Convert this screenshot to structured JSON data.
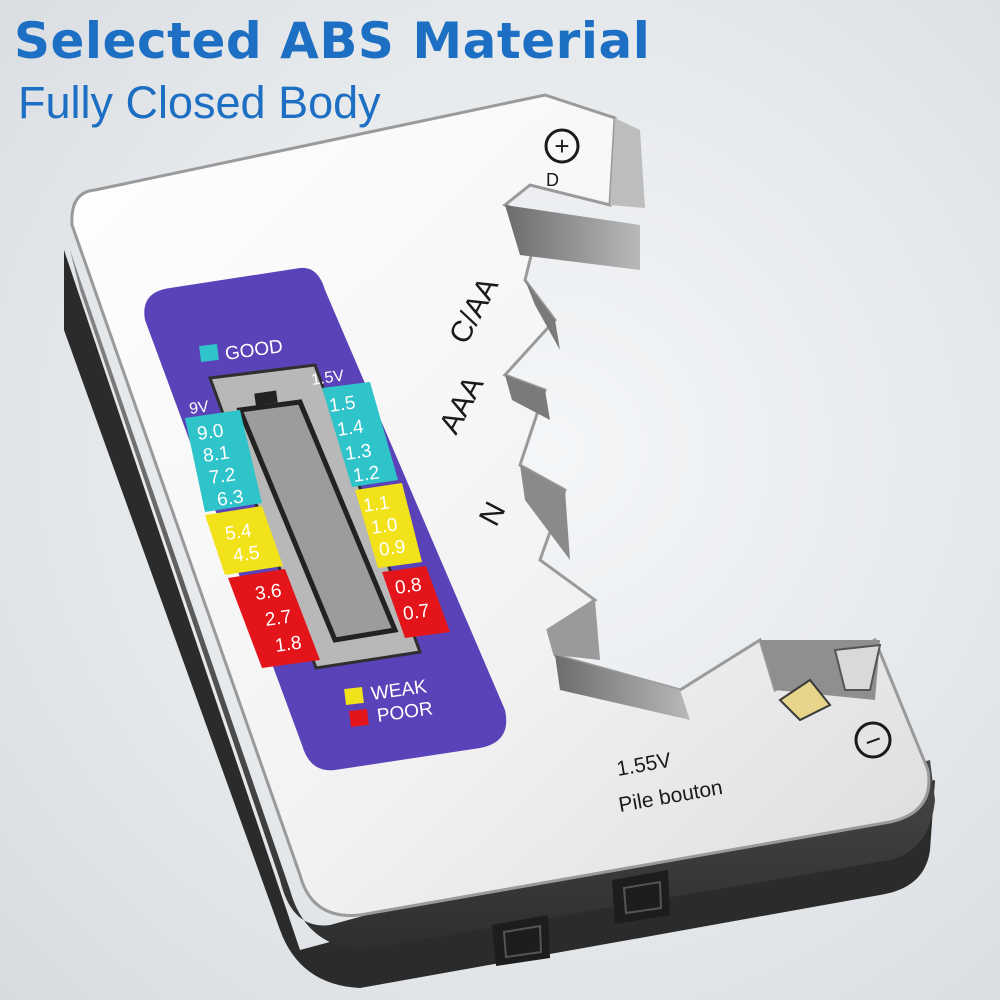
{
  "header": {
    "title": "Selected ABS Material",
    "subtitle": "Fully Closed Body"
  },
  "colors": {
    "headline": "#1c6fc2",
    "panel": "#5a43b8",
    "good": "#2ec4c9",
    "weak": "#f2e21a",
    "poor": "#e3141a",
    "body_face": "#f3f3f3",
    "body_edge": "#4a4a4a"
  },
  "device": {
    "legend": {
      "good": "GOOD",
      "weak": "WEAK",
      "poor": "POOR"
    },
    "scale_9v": {
      "label": "9V",
      "values": [
        "9.0",
        "8.1",
        "7.2",
        "6.3",
        "5.4",
        "4.5",
        "3.6",
        "2.7",
        "1.8"
      ]
    },
    "scale_15v": {
      "label": "1.5V",
      "values": [
        "1.5",
        "1.4",
        "1.3",
        "1.2",
        "1.1",
        "1.0",
        "0.9",
        "0.8",
        "0.7"
      ]
    },
    "slot_labels": {
      "d": "D",
      "c_aa": "C/AA",
      "aaa": "AAA",
      "n": "N"
    },
    "terminals": {
      "positive": "+",
      "negative": "−"
    },
    "button_cell": {
      "voltage": "1.55V",
      "label": "Pile bouton"
    }
  }
}
